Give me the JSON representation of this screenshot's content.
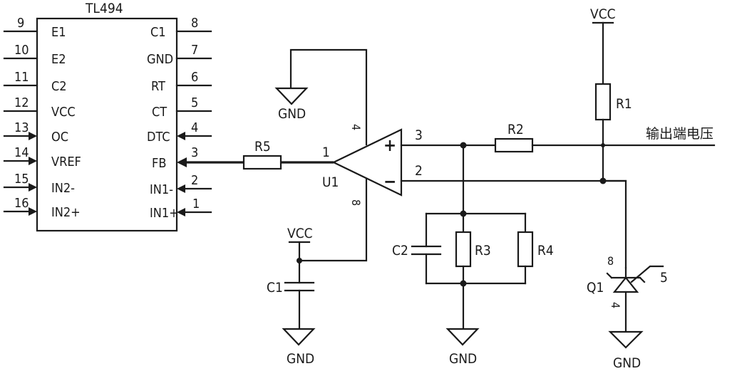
{
  "ic": {
    "name": "TL494",
    "left_pins": [
      {
        "num": "9",
        "label": "E1"
      },
      {
        "num": "10",
        "label": "E2"
      },
      {
        "num": "11",
        "label": "C2"
      },
      {
        "num": "12",
        "label": "VCC"
      },
      {
        "num": "13",
        "label": "OC"
      },
      {
        "num": "14",
        "label": "VREF"
      },
      {
        "num": "15",
        "label": "IN2-"
      },
      {
        "num": "16",
        "label": "IN2+"
      }
    ],
    "right_pins": [
      {
        "num": "8",
        "label": "C1"
      },
      {
        "num": "7",
        "label": "GND"
      },
      {
        "num": "6",
        "label": "RT"
      },
      {
        "num": "5",
        "label": "CT"
      },
      {
        "num": "4",
        "label": "DTC"
      },
      {
        "num": "3",
        "label": "FB"
      },
      {
        "num": "2",
        "label": "IN1-"
      },
      {
        "num": "1",
        "label": "IN1+"
      }
    ]
  },
  "opamp": {
    "ref": "U1",
    "output_pin": "1",
    "noninv_pin": "3",
    "inv_pin": "2",
    "plus": "+",
    "minus": "−",
    "power_pin": "4",
    "gnd_pin": "8"
  },
  "labels": {
    "r1": "R1",
    "r2": "R2",
    "r3": "R3",
    "r4": "R4",
    "r5": "R5",
    "c1": "C1",
    "c2": "C2",
    "q1": "Q1",
    "q1_pin_top": "8",
    "q1_pin_bottom": "4",
    "q1_pin_ref": "5",
    "vcc_top": "VCC",
    "vcc_c1": "VCC",
    "gnd_opamp": "GND",
    "gnd_c1": "GND",
    "gnd_mid": "GND",
    "gnd_q1": "GND",
    "output_voltage": "输出端电压"
  }
}
